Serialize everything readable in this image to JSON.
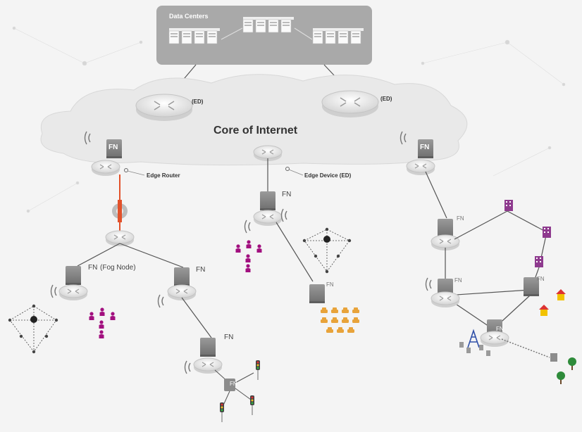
{
  "labels": {
    "data_centers": "Data Centers",
    "core_of_internet": "Core of Internet",
    "ed": "(ED)",
    "fn": "FN",
    "edge_router": "Edge Router",
    "edge_device": "Edge Device (ED)",
    "fog_node": "(Fog Node)"
  },
  "colors": {
    "datacenter_box": "#a9a9a9",
    "cloud": "#e9e9e9",
    "fog_node": "#8c8c8c",
    "router": "#e6e6e6",
    "people": "#a2107f",
    "buildings": "#8e3a8e",
    "cars": "#e8a33a",
    "firewall": "#e2512a",
    "tower": "#2f4fa8",
    "tree": "#2e8b3a",
    "house": "#f2c200"
  }
}
